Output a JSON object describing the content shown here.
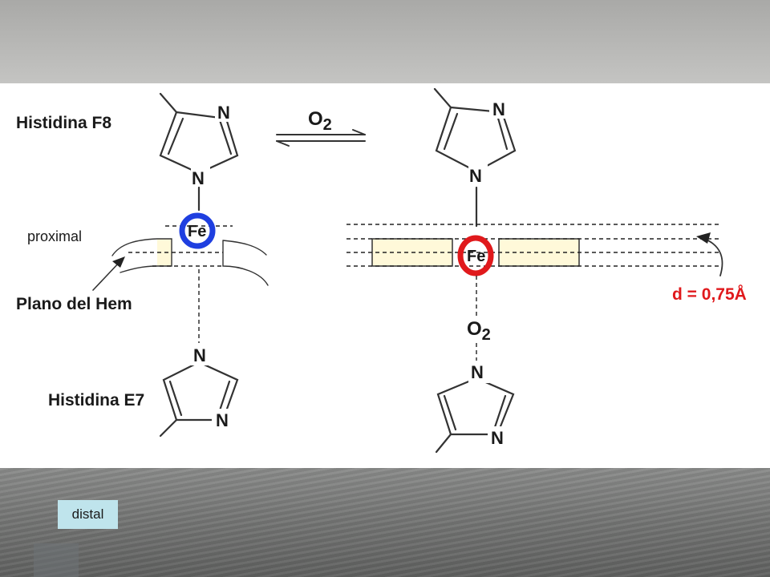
{
  "labels": {
    "histidine_f8": "Histidina F8",
    "proximal": "proximal",
    "plane": "Plano del Hem",
    "histidine_e7": "Histidina E7",
    "distal": "distal",
    "o2_reaction_o": "O",
    "o2_reaction_sub": "2",
    "o2_bound_o": "O",
    "o2_bound_sub": "2",
    "distance": "d = 0,75Å"
  },
  "atoms": {
    "nitrogen": "N",
    "iron": "Fe"
  },
  "colors": {
    "deoxy_fe_ring": "#1f3fe0",
    "oxy_fe_ring": "#e0191c",
    "distance_text": "#e0191c",
    "plane_fill": "#fff9d9",
    "distal_tag_bg": "#bfe4ec",
    "panel_bg": "#ffffff"
  }
}
